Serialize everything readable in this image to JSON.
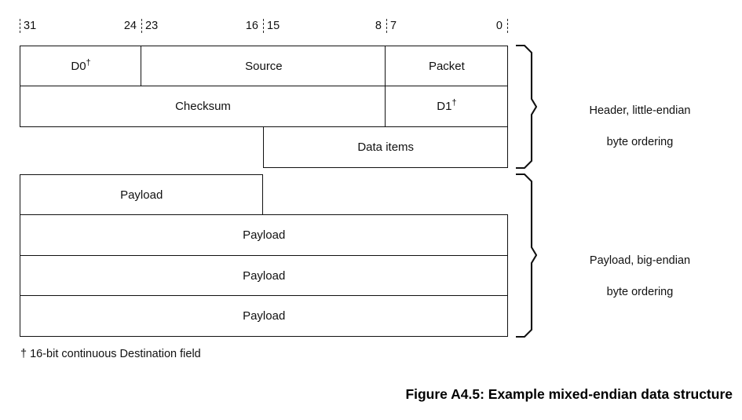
{
  "figure": {
    "caption": "Figure A4.5: Example mixed-endian data structure",
    "footnote": "† 16-bit continuous Destination field"
  },
  "bit_ruler": {
    "labels": [
      "31",
      "24",
      "23",
      "16",
      "15",
      "8",
      "7",
      "0"
    ],
    "groups": [
      {
        "left_label": "31",
        "right_label": "24"
      },
      {
        "left_label": "23",
        "right_label": "16"
      },
      {
        "left_label": "15",
        "right_label": "8"
      },
      {
        "left_label": "7",
        "right_label": "0"
      }
    ]
  },
  "header": {
    "rows": [
      {
        "fields": [
          {
            "label": "D0",
            "dagger": true
          },
          {
            "label": "Source",
            "dagger": false
          },
          {
            "label": "Packet",
            "dagger": false
          }
        ]
      },
      {
        "fields": [
          {
            "label": "Checksum",
            "dagger": false
          },
          {
            "label": "D1",
            "dagger": true
          }
        ]
      },
      {
        "fields": [
          {
            "label": "Data items",
            "dagger": false
          }
        ]
      }
    ]
  },
  "payload": {
    "rows": [
      {
        "label": "Payload"
      },
      {
        "label": "Payload"
      },
      {
        "label": "Payload"
      },
      {
        "label": "Payload"
      }
    ]
  },
  "annotations": [
    {
      "line1": "Header, little-endian",
      "line2": "byte ordering"
    },
    {
      "line1": "Payload, big-endian",
      "line2": "byte ordering"
    }
  ],
  "colors": {
    "line": "#111111",
    "text": "#111111",
    "background": "#ffffff"
  }
}
